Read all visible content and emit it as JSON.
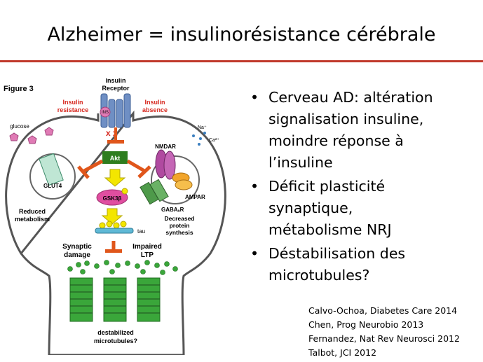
{
  "slide": {
    "title": "Alzheimer = insulinorésistance cérébrale"
  },
  "figure": {
    "label": "Figure 3",
    "insulin_receptor": [
      "Insulin",
      "Receptor"
    ],
    "ins": "INS",
    "insulin_resistance": [
      "Insulin",
      "resistance"
    ],
    "insulin_absence": [
      "Insulin",
      "absence"
    ],
    "glucose": "glucose",
    "na": "Na⁺",
    "ca": "Ca²⁺",
    "nmdar": "NMDAR",
    "akt": "Akt",
    "glut4": "GLUT4",
    "ampar": "AMPAR",
    "gsk3b": "GSK3β",
    "gabaar": "GABAₐR",
    "reduced_metabolism": [
      "Reduced",
      "metabolism"
    ],
    "decreased_synthesis": [
      "Decreased",
      "protein",
      "synthesis"
    ],
    "tau": "tau",
    "synaptic_damage": [
      "Synaptic",
      "damage"
    ],
    "impaired_ltp": [
      "Impaired",
      "LTP"
    ],
    "destabilized_microtubules": [
      "destabilized",
      "microtubules?"
    ],
    "colors": {
      "red_label": "#d6281f",
      "inhibit": "#e0561b",
      "akt": "#2e7d1e",
      "gsk": "#e04ea0",
      "receptor": "#5b7fb8"
    }
  },
  "bullets": [
    {
      "text_lines": [
        "Cerveau AD: altération",
        "signalisation insuline,",
        "moindre réponse à",
        "l’insuline"
      ]
    },
    {
      "text_lines": [
        "Déficit plasticité",
        "synaptique,",
        "métabolisme NRJ"
      ]
    },
    {
      "text_lines": [
        "Déstabilisation des",
        "microtubules?"
      ]
    }
  ],
  "references": [
    "Calvo-Ochoa, Diabetes Care 2014",
    "Chen, Prog Neurobio 2013",
    "Fernandez, Nat Rev Neurosci 2012",
    "Talbot, JCI 2012"
  ]
}
